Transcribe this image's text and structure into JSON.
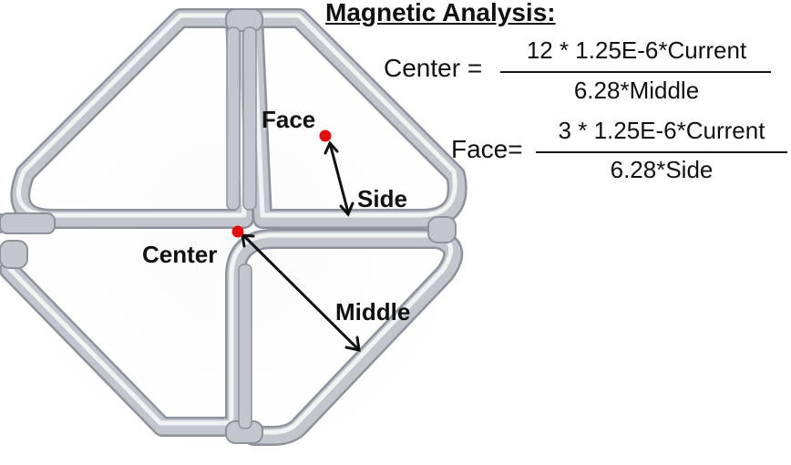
{
  "title": "Magnetic Analysis:",
  "labels": {
    "face": "Face",
    "side": "Side",
    "center": "Center",
    "middle": "Middle"
  },
  "equations": [
    {
      "prefix": "Center =",
      "numerator": "12 * 1.25E-6*Current",
      "denominator": "6.28*Middle"
    },
    {
      "prefix": "Face=",
      "numerator": "3 * 1.25E-6*Current",
      "denominator": "6.28*Side"
    }
  ],
  "colors": {
    "tube": "#b9bcc4",
    "tube_highlight": "#f3f4f6",
    "tube_shadow": "#8e929b",
    "marker": "#e01010",
    "arrow": "#111111"
  }
}
